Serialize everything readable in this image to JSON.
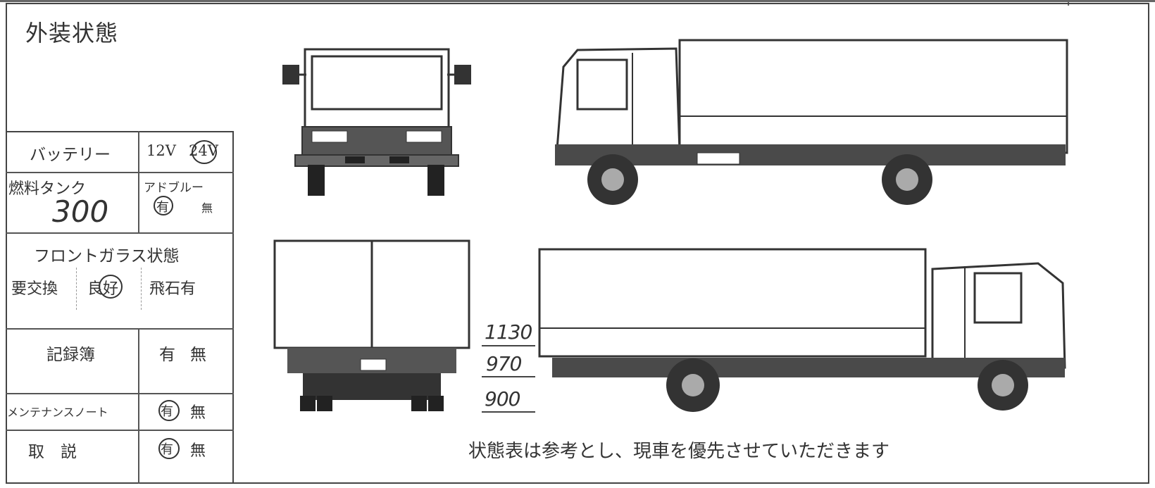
{
  "title": "外装状態",
  "battery": {
    "label": "バッテリー",
    "v12": "12V",
    "v24": "24V",
    "selected": "24V"
  },
  "fuel": {
    "label": "燃料タンク",
    "value": "300",
    "adblue_label": "アドブルー",
    "yes": "有",
    "no": "無",
    "adblue_selected": "有"
  },
  "windshield": {
    "label": "フロントガラス状態",
    "replace": "要交換",
    "good": "良好",
    "chip": "飛石有",
    "selected": "良好"
  },
  "record": {
    "label": "記録簿",
    "yes": "有",
    "no": "無"
  },
  "maintenance": {
    "label": "メンテナンスノート",
    "yes": "有",
    "no": "無",
    "selected": "有"
  },
  "manual": {
    "label": "取　説",
    "yes": "有",
    "no": "無",
    "selected": "有"
  },
  "dimensions": [
    "1130",
    "970",
    "900"
  ],
  "footer_note": "状態表は参考とし、現車を優先させていただきます"
}
